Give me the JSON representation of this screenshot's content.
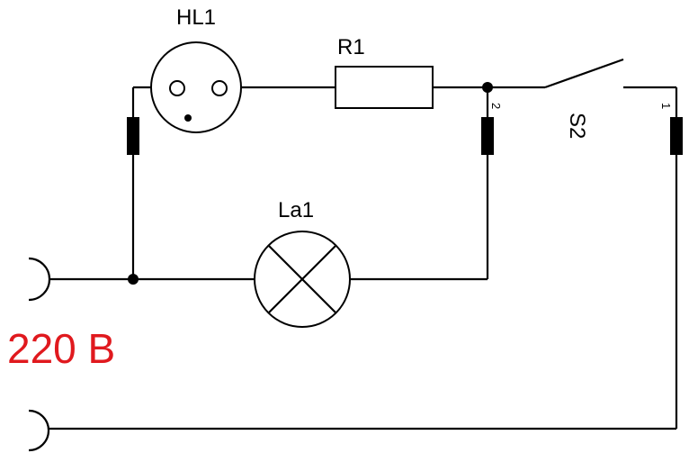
{
  "labels": {
    "hl1": "HL1",
    "r1": "R1",
    "s2": "S2",
    "la1": "La1",
    "pin2": "2",
    "pin1": "1",
    "voltage": "220 В"
  },
  "colors": {
    "voltage": "#e0191e",
    "line": "#000000"
  }
}
